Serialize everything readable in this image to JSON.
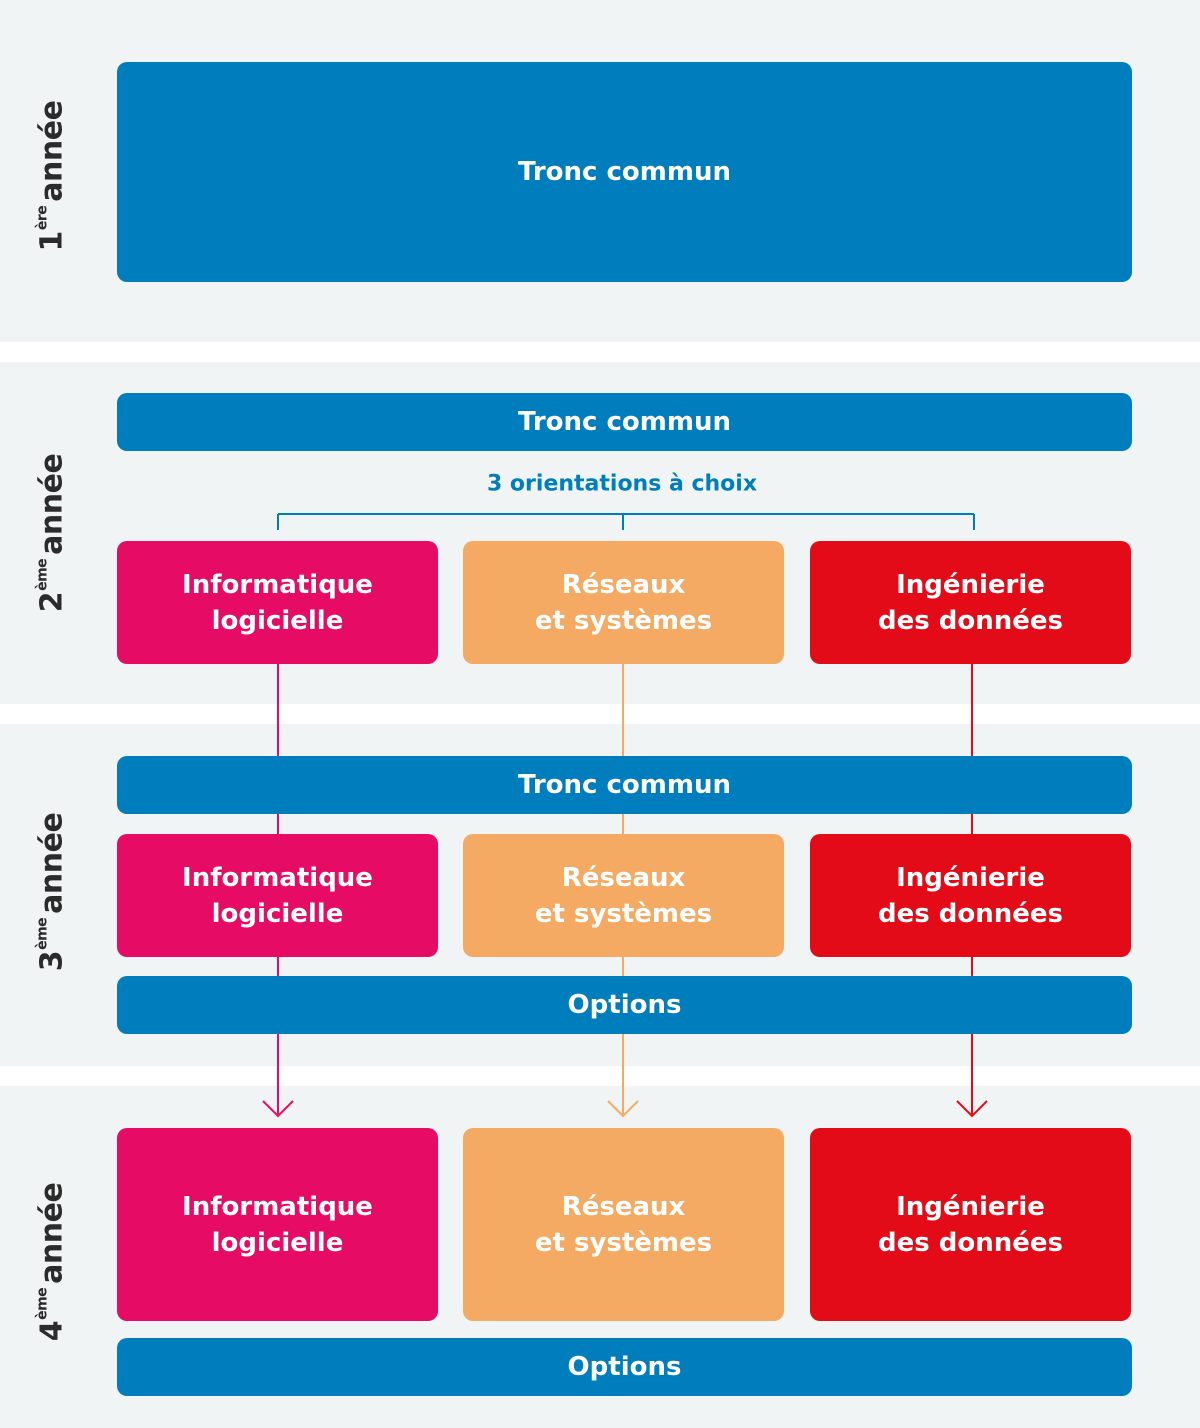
{
  "years": [
    {
      "number": "1",
      "suffix": "ère",
      "word": "année"
    },
    {
      "number": "2",
      "suffix": "ème",
      "word": "année"
    },
    {
      "number": "3",
      "suffix": "ème",
      "word": "année"
    },
    {
      "number": "4",
      "suffix": "ème",
      "word": "année"
    }
  ],
  "tronc_commun": "Tronc commun",
  "orientations_caption": "3 orientations à choix",
  "options": "Options",
  "orientations": [
    {
      "label": "Informatique\nlogicielle",
      "color": "#e60b65"
    },
    {
      "label": "Réseaux\net systèmes",
      "color": "#f5aa63"
    },
    {
      "label": "Ingénierie\ndes données",
      "color": "#e30b17"
    }
  ],
  "colors": {
    "blue": "#007dbc",
    "background": "#f0f4f4"
  }
}
